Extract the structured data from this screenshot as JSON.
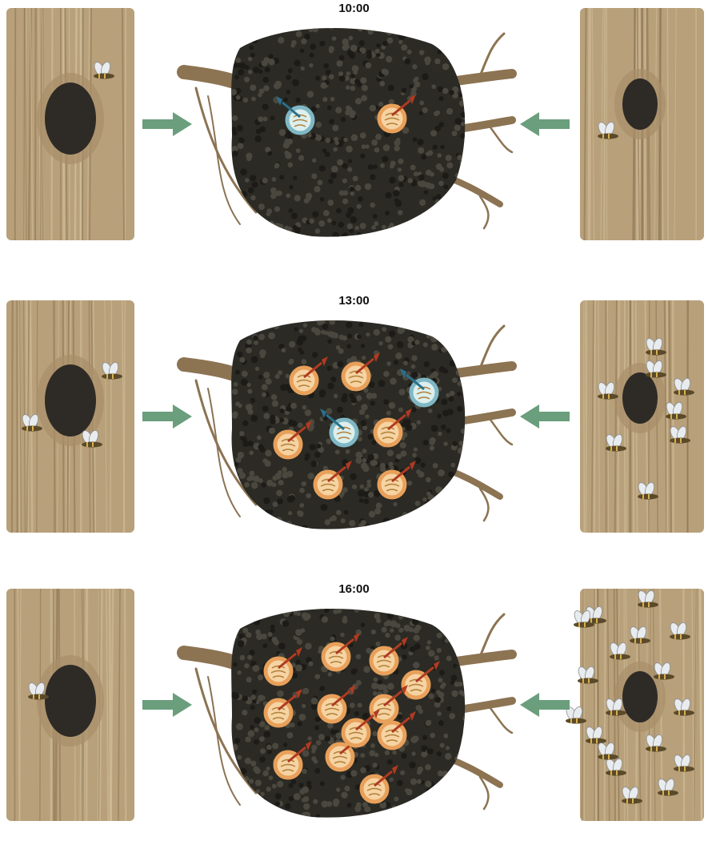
{
  "panels": [
    {
      "time": "10:00",
      "swarm_markers": [
        "blue",
        "orange"
      ],
      "left_bees": 1,
      "right_bees": 1
    },
    {
      "time": "13:00",
      "swarm_markers": [
        "orange",
        "orange",
        "blue",
        "orange",
        "blue",
        "orange",
        "orange",
        "orange"
      ],
      "left_bees": 3,
      "right_bees": 8
    },
    {
      "time": "16:00",
      "swarm_markers": [
        "orange",
        "orange",
        "orange",
        "orange",
        "orange",
        "orange",
        "orange",
        "orange",
        "orange",
        "orange",
        "orange",
        "orange"
      ],
      "left_bees": 1,
      "right_bees": 18
    }
  ],
  "colors": {
    "bark": "#b8a07a",
    "bark_dark": "#8c7352",
    "hole": "#2e2a26",
    "swarm": "#2b2a24",
    "arrow": "#6a9e7c",
    "orange_marker": "#e8a05a",
    "orange_fill": "#f6d3a2",
    "orange_arrow": "#b03a22",
    "blue_marker": "#7fb8c4",
    "blue_fill": "#dcefee",
    "blue_arrow": "#2a6f8c"
  }
}
